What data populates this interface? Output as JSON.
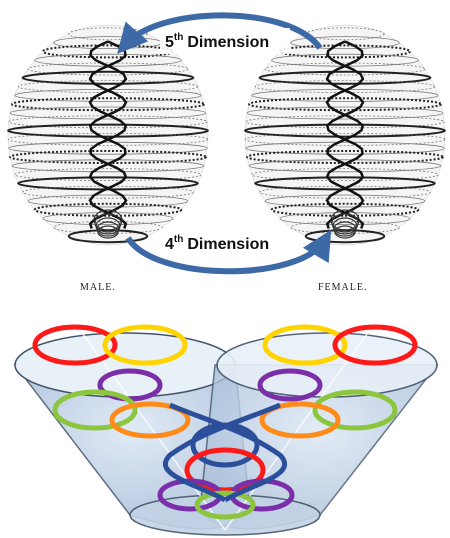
{
  "top_figure": {
    "upper_arrow_label": {
      "number": "5",
      "suffix": "th",
      "word": "Dimension"
    },
    "lower_arrow_label": {
      "number": "4",
      "suffix": "th",
      "word": "Dimension"
    },
    "captions": {
      "left": "MALE.",
      "right": "FEMALE."
    },
    "arrow_color": "#3d6aa6"
  },
  "bottom_figure": {
    "ring_colors": [
      "#ff1a1a",
      "#ff8c1a",
      "#ffd400",
      "#8cc63f",
      "#7a2ea8",
      "#2b4f9a"
    ]
  }
}
